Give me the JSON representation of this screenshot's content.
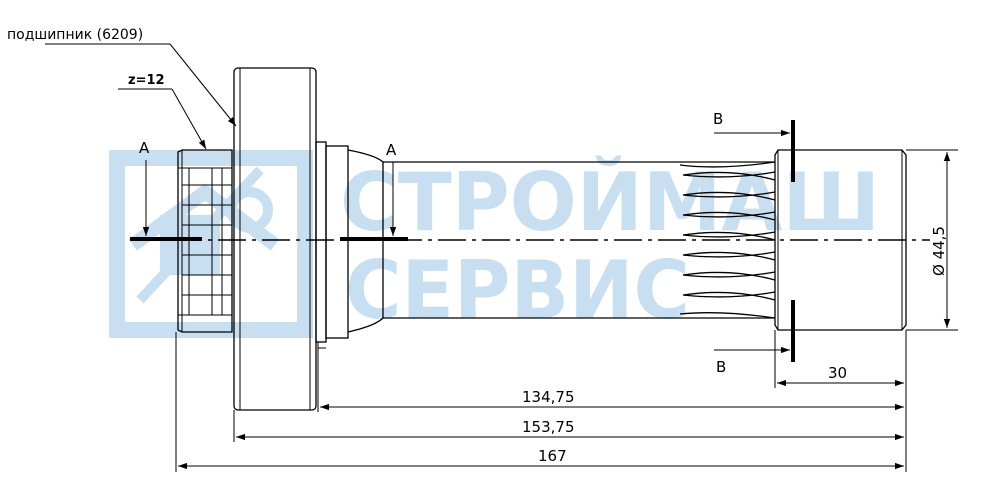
{
  "watermark": {
    "line1": "СТРОЙМАШ",
    "line2": "СЕРВИС",
    "color": "#3a8fd0"
  },
  "callouts": {
    "bearing": "подшипник (6209)",
    "teeth": "z=12"
  },
  "sections": {
    "a_left": "A",
    "a_right": "A",
    "b_top": "B",
    "b_bottom": "B"
  },
  "dimensions": {
    "diameter": "Ø 44,5",
    "length_30": "30",
    "length_134": "134,75",
    "length_153": "153,75",
    "length_167": "167"
  }
}
